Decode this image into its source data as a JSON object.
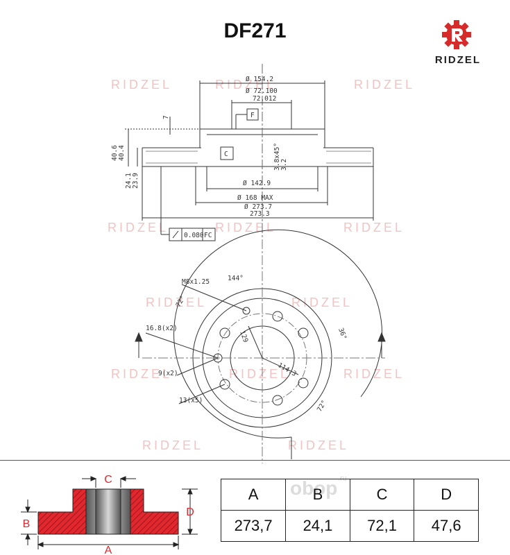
{
  "header": {
    "part_number": "DF271"
  },
  "brand": {
    "name": "RIDZEL",
    "color": "#d52b2b"
  },
  "watermark": {
    "text": "RIDZEL",
    "color": "#f1c3c3"
  },
  "section_drawing": {
    "dim_154": "Ø 154.2",
    "dim_72a": "Ø 72.100",
    "dim_72b": "72.012",
    "datum_f": "F",
    "datum_c": "C",
    "dim_7": "7",
    "dim_406": "40.6",
    "dim_404": "40.4",
    "dim_241": "24.1",
    "dim_239": "23.9",
    "chamfer_1": "3.8x45°",
    "chamfer_2": "3.2",
    "dim_1429": "Ø 142.9",
    "dim_168": "Ø 168 MAX",
    "dim_2737": "Ø 273.7",
    "dim_2733": "273.3",
    "tolerance_value": "0.080",
    "tolerance_ref": "FC"
  },
  "face_drawing": {
    "thread": "M8x1.25",
    "angle_144": "144°",
    "angle_72a": "72°",
    "angle_72b": "72°",
    "angle_36": "36°",
    "hole_168": "16.8(x2)",
    "hole_9": "9(x2)",
    "hole_13": "13(x5)",
    "pcd_129": "129",
    "pcd_1143": "114.3"
  },
  "dimensions_key": {
    "labels": {
      "a": "A",
      "b": "B",
      "c": "C",
      "d": "D"
    },
    "accent_color": "#e0282e"
  },
  "spec_table": {
    "headers": [
      "A",
      "B",
      "C",
      "D"
    ],
    "values": [
      "273,7",
      "24,1",
      "72,1",
      "47,6"
    ]
  },
  "overlay": {
    "site_name": "obop",
    "site_suffix": ".ru"
  }
}
